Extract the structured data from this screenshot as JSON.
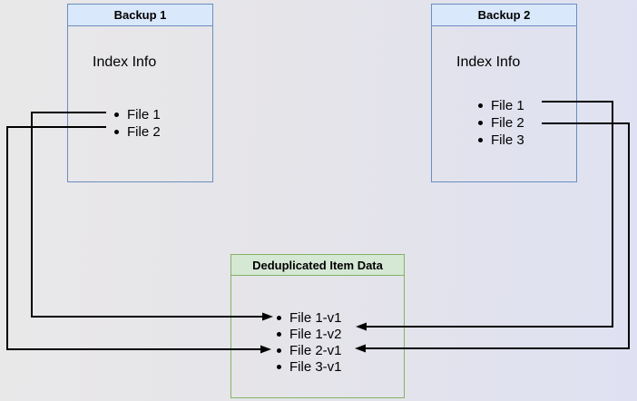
{
  "diagram": {
    "backup1": {
      "title": "Backup 1",
      "body_label": "Index Info",
      "files": [
        "File 1",
        "File 2"
      ]
    },
    "backup2": {
      "title": "Backup 2",
      "body_label": "Index Info",
      "files": [
        "File 1",
        "File 2",
        "File 3"
      ]
    },
    "dedup": {
      "title": "Deduplicated Item Data",
      "items": [
        "File 1-v1",
        "File 1-v2",
        "File 2-v1",
        "File 3-v1"
      ]
    },
    "edges": [
      {
        "from": "Backup 1 / File 1",
        "to": "Deduplicated Item Data / File 1-v1"
      },
      {
        "from": "Backup 1 / File 2",
        "to": "Deduplicated Item Data / File 2-v1"
      },
      {
        "from": "Backup 2 / File 1",
        "to": "Deduplicated Item Data / File 1-v2"
      },
      {
        "from": "Backup 2 / File 2",
        "to": "Deduplicated Item Data / File 2-v1"
      }
    ],
    "colors": {
      "blue_fill": "#dae8fc",
      "blue_border": "#6c8ebf",
      "green_fill": "#d5e8d4",
      "green_border": "#82b366",
      "connector": "#000000"
    }
  }
}
